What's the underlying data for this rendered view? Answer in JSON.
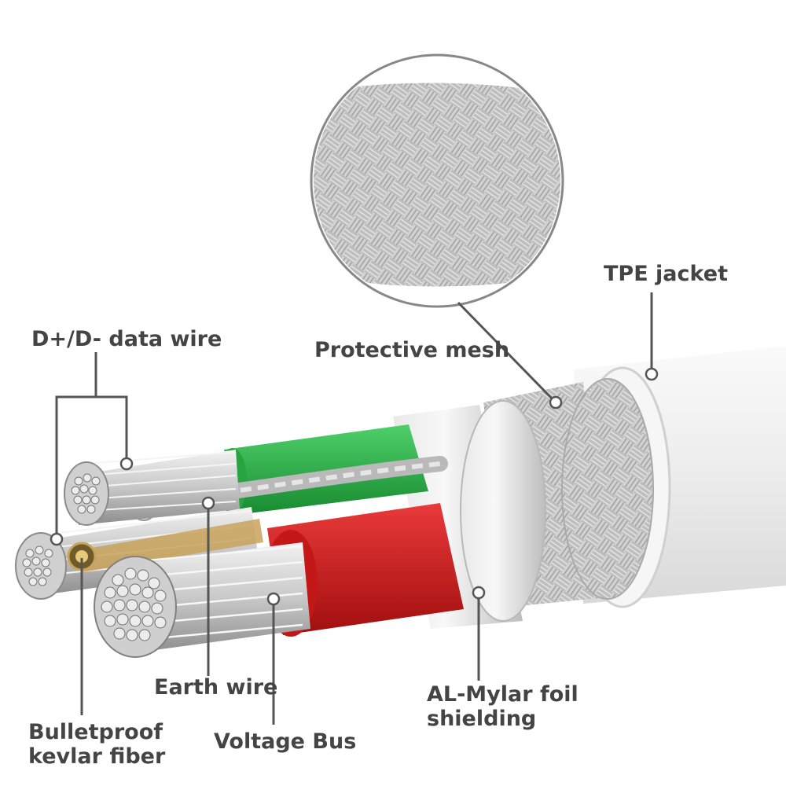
{
  "labels": {
    "tpe_jacket": "TPE jacket",
    "protective_mesh": "Protective mesh",
    "data_wire": "D+/D- data wire",
    "earth_wire": "Earth wire",
    "al_mylar_line1": "AL-Mylar foil",
    "al_mylar_line2": "shielding",
    "kevlar_line1": "Bulletproof",
    "kevlar_line2": "kevlar fiber",
    "voltage_bus": "Voltage Bus"
  },
  "colors": {
    "text": "#444444",
    "leader": "#555555",
    "data_wire_insulation": "#2db34a",
    "voltage_bus_insulation": "#d61c1c",
    "jacket": "#eeeeee",
    "mesh": "#cfcfcf",
    "foil": "#d8d8d8",
    "conductor": "#c9c9c9",
    "kevlar": "#c8a35a"
  }
}
